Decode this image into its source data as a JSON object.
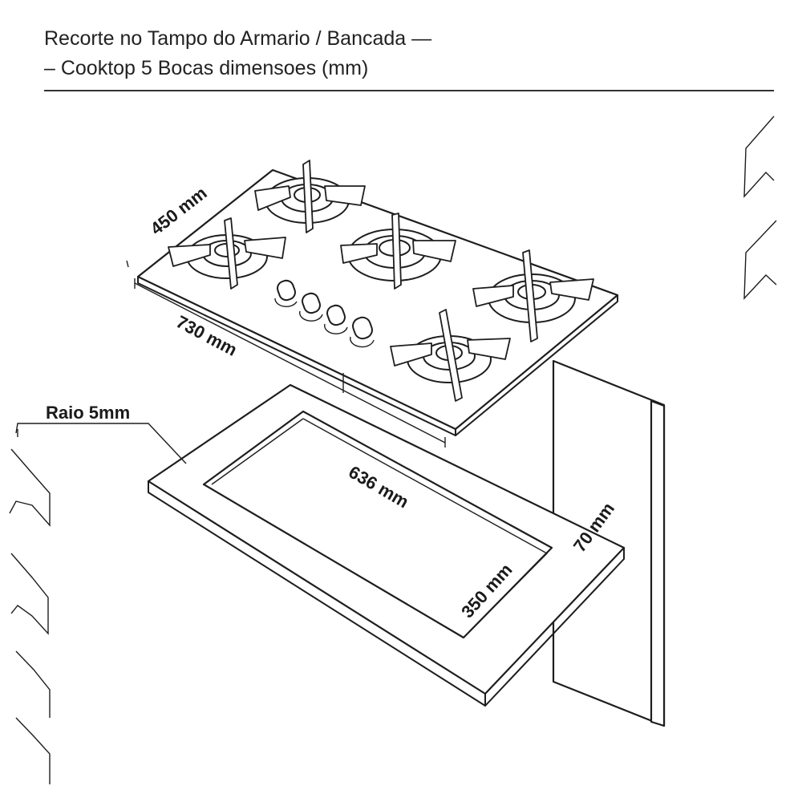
{
  "header": {
    "title_line1": "Recorte no Tampo do Armario / Bancada —",
    "title_line2": "– Cooktop 5 Bocas dimensoes (mm)"
  },
  "dimensions": {
    "cooktop_depth": "450 mm",
    "cooktop_width": "730 mm",
    "cutout_width": "636 mm",
    "cutout_depth": "350 mm",
    "edge_distance": "70 mm",
    "corner_radius": "Raio 5mm"
  }
}
